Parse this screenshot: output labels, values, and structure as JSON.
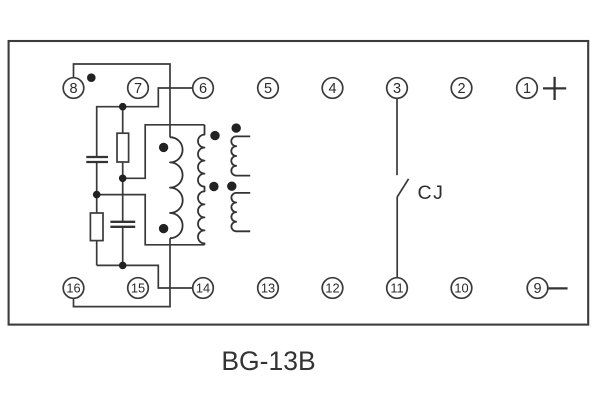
{
  "title": "BG-13B",
  "terminals": {
    "top": [
      "8",
      "7",
      "6",
      "5",
      "4",
      "3",
      "2",
      "1"
    ],
    "bottom": [
      "16",
      "15",
      "14",
      "13",
      "12",
      "11",
      "10",
      "9"
    ]
  },
  "switch": {
    "label": "CJ"
  },
  "polarity": {
    "positive": "+",
    "negative": "−"
  },
  "colors": {
    "line": "#3a3a3a",
    "text": "#2b2b2b",
    "background": "#ffffff"
  }
}
